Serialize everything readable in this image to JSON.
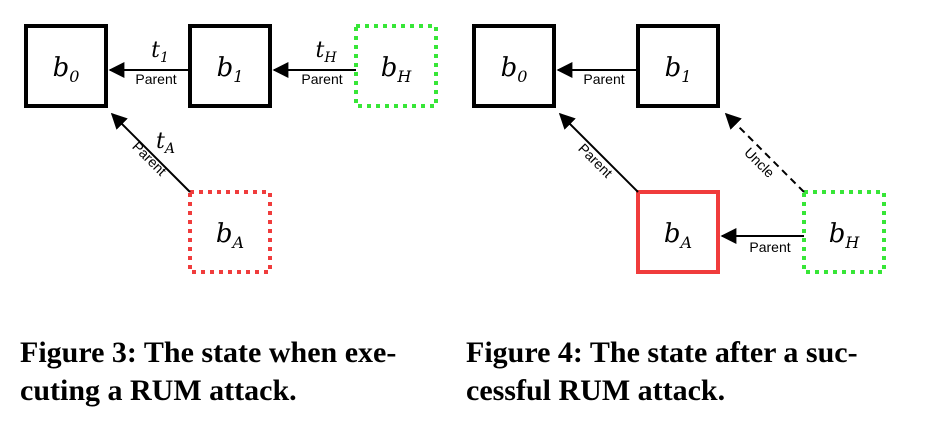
{
  "colors": {
    "normal": "#000000",
    "attacker": "#f03c3c",
    "honest": "#37e637"
  },
  "figure3": {
    "nodes": {
      "b0": {
        "label": "b",
        "sub": "0"
      },
      "b1": {
        "label": "b",
        "sub": "1"
      },
      "bH": {
        "label": "b",
        "sub": "H"
      },
      "bA": {
        "label": "b",
        "sub": "A"
      }
    },
    "edges": {
      "b1_b0": {
        "label": "Parent",
        "weight": "t",
        "weight_sub": "1"
      },
      "bH_b1": {
        "label": "Parent",
        "weight": "t",
        "weight_sub": "H"
      },
      "bA_b0": {
        "label": "Parent",
        "weight": "t",
        "weight_sub": "A"
      }
    },
    "caption": [
      "Figure 3: The state when exe-",
      "cuting a RUM attack."
    ]
  },
  "figure4": {
    "nodes": {
      "b0": {
        "label": "b",
        "sub": "0"
      },
      "b1": {
        "label": "b",
        "sub": "1"
      },
      "bA": {
        "label": "b",
        "sub": "A"
      },
      "bH": {
        "label": "b",
        "sub": "H"
      }
    },
    "edges": {
      "b1_b0": {
        "label": "Parent"
      },
      "bA_b0": {
        "label": "Parent"
      },
      "bH_bA": {
        "label": "Parent"
      },
      "bH_b1": {
        "label": "Uncle"
      }
    },
    "caption": [
      "Figure 4: The state after a suc-",
      "cessful RUM attack."
    ]
  }
}
